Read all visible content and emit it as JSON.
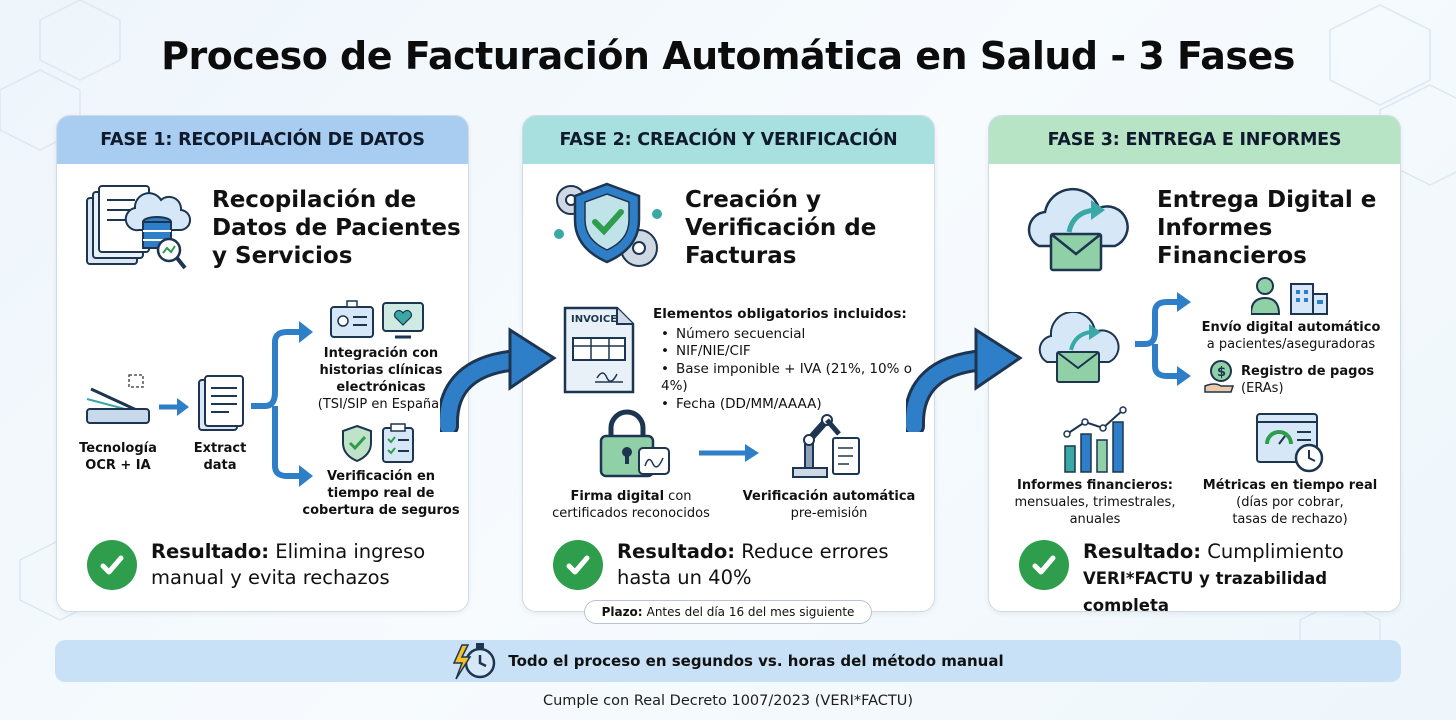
{
  "title": "Proceso de Facturación Automática en Salud - 3 Fases",
  "colors": {
    "blue": "#2f7fc8",
    "green": "#2f9e4c",
    "teal": "#3aa8a4"
  },
  "phase1": {
    "header": "FASE 1: RECOPILACIÓN DE DATOS",
    "heading": [
      "Recopilación de",
      "Datos de Pacientes",
      "y Servicios"
    ],
    "ocr_label": [
      "Tecnología",
      "OCR + IA"
    ],
    "extract_label": [
      "Extract",
      "data"
    ],
    "ehr_label": {
      "bold": [
        "Integración con",
        "historias clínicas",
        "electrónicas"
      ],
      "normal": "(TSI/SIP en España)"
    },
    "insurance_label": [
      "Verificación en",
      "tiempo real de",
      "cobertura de seguros"
    ],
    "result_bold": "Resultado:",
    "result_text_1": "Elimina ingreso",
    "result_text_2": "manual y evita rechazos"
  },
  "phase2": {
    "header": "FASE 2: CREACIÓN Y VERIFICACIÓN",
    "heading": [
      "Creación y",
      "Verificación de",
      "Facturas"
    ],
    "invoice_word": "INVOICE",
    "elements_title": "Elementos obligatorios incluidos:",
    "elements": [
      "Número secuencial",
      "NIF/NIE/CIF",
      "Base imponible + IVA (21%, 10% o 4%)",
      "Fecha (DD/MM/AAAA)"
    ],
    "signature_bold": "Firma digital",
    "signature_rest_1": "con",
    "signature_rest_2": "certificados reconocidos",
    "auto_verify_bold": "Verificación automática",
    "auto_verify_rest": "pre-emisión",
    "result_bold": "Resultado:",
    "result_text_1": "Reduce errores",
    "result_text_2": "hasta un 40%",
    "plazo_bold": "Plazo:",
    "plazo_text": "Antes del día 16 del mes siguiente"
  },
  "phase3": {
    "header": "FASE 3: ENTREGA E INFORMES",
    "heading": [
      "Entrega Digital e",
      "Informes",
      "Financieros"
    ],
    "delivery_bold": "Envío digital automático",
    "delivery_rest": "a pacientes/aseguradoras",
    "payments_bold": "Registro de pagos",
    "payments_rest": "(ERAs)",
    "reports_bold": "Informes financieros:",
    "reports_rest_1": "mensuales, trimestrales,",
    "reports_rest_2": "anuales",
    "metrics_bold": "Métricas en tiempo real",
    "metrics_rest_1": "(días por cobrar,",
    "metrics_rest_2": "tasas de rechazo)",
    "result_bold": "Resultado:",
    "result_text_1": "Cumplimiento",
    "result_text_2": "VERI*FACTU y trazabilidad completa"
  },
  "bottom_bar": "Todo el proceso en segundos vs. horas del método manual",
  "footer": "Cumple con Real Decreto 1007/2023 (VERI*FACTU)"
}
